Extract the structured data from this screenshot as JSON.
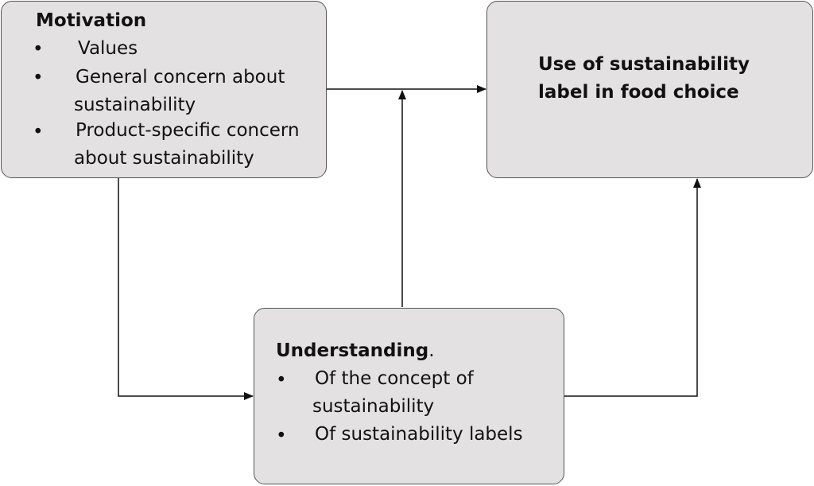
{
  "motivation": {
    "title": "Motivation",
    "bullet": "•",
    "items": [
      {
        "lines": [
          "Values"
        ]
      },
      {
        "lines": [
          "General concern about",
          "sustainability"
        ]
      },
      {
        "lines": [
          "Product-specific concern",
          "about sustainability"
        ]
      }
    ]
  },
  "use": {
    "line1": "Use of sustainability",
    "line2": "label in food choice"
  },
  "understanding": {
    "title": "Understanding",
    "title_suffix": ".",
    "bullet": "•",
    "items": [
      {
        "lines": [
          "Of the concept of",
          "sustainability"
        ]
      },
      {
        "lines": [
          "Of sustainability labels"
        ]
      }
    ]
  },
  "colors": {
    "box_fill": "#e3e1e2",
    "box_border": "#555555",
    "line": "#111111"
  }
}
